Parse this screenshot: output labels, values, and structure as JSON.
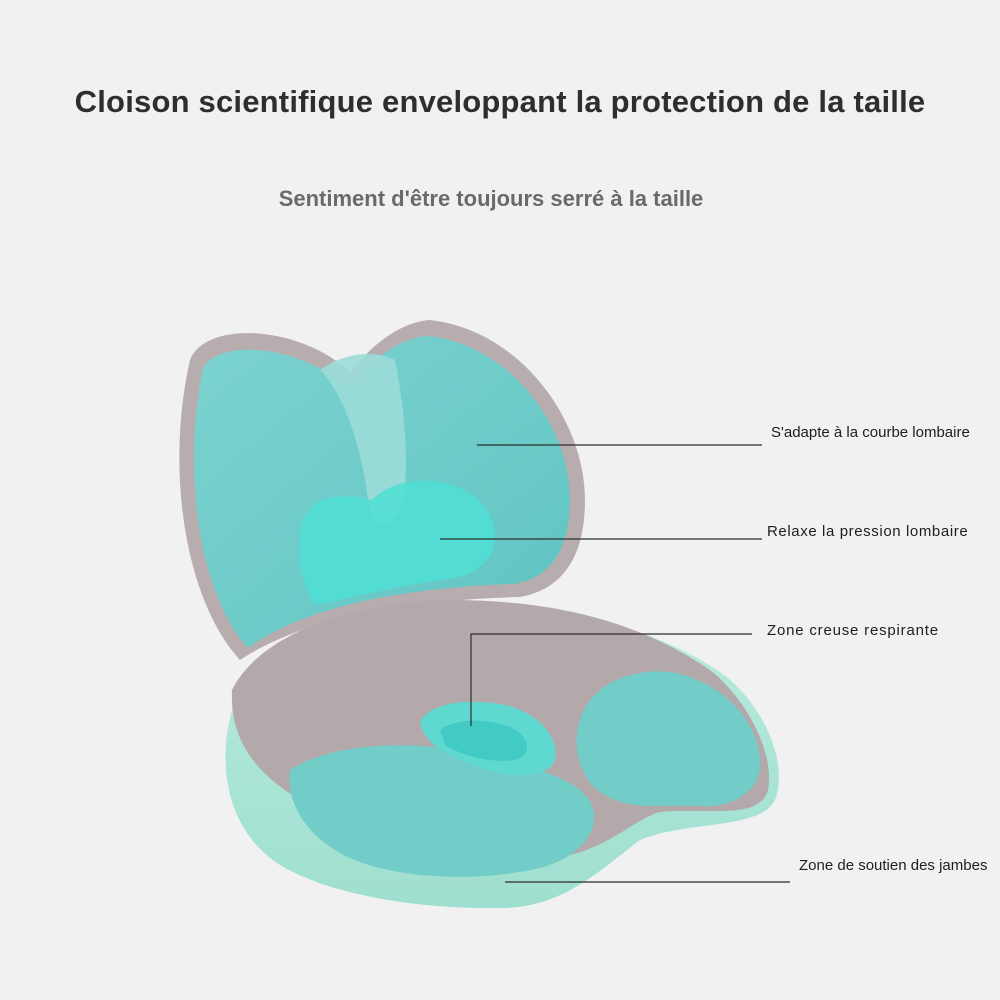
{
  "heading": {
    "title": "Cloison scientifique enveloppant la protection de la taille",
    "subtitle": "Sentiment d'être toujours serré à la taille"
  },
  "callouts": [
    {
      "label": "S'adapte à la courbe lombaire"
    },
    {
      "label": "Relaxe la pression lombaire"
    },
    {
      "label": "Zone creuse respirante"
    },
    {
      "label": "Zone de soutien des jambes"
    }
  ],
  "colors": {
    "background": "#f1f1f2",
    "gel_teal": "#6fcfcc",
    "gel_bright": "#52dfd6",
    "cover_grey": "#b3a9ab",
    "base_mint": "#a9e5d6"
  }
}
